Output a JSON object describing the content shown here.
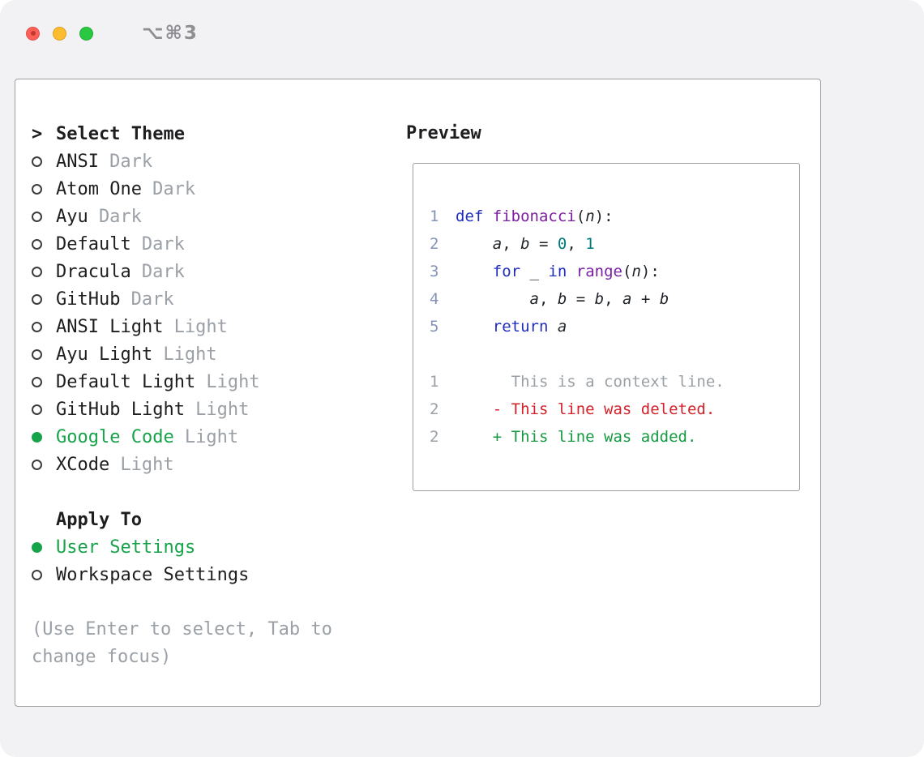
{
  "titlebar": {
    "shortcut": "⌥⌘3"
  },
  "panel": {
    "select_theme": {
      "prompt": ">",
      "title": "Select Theme"
    },
    "themes": [
      {
        "name": "ANSI",
        "variant": "Dark",
        "selected": false
      },
      {
        "name": "Atom One",
        "variant": "Dark",
        "selected": false
      },
      {
        "name": "Ayu",
        "variant": "Dark",
        "selected": false
      },
      {
        "name": "Default",
        "variant": "Dark",
        "selected": false
      },
      {
        "name": "Dracula",
        "variant": "Dark",
        "selected": false
      },
      {
        "name": "GitHub",
        "variant": "Dark",
        "selected": false
      },
      {
        "name": "ANSI Light",
        "variant": "Light",
        "selected": false
      },
      {
        "name": "Ayu Light",
        "variant": "Light",
        "selected": false
      },
      {
        "name": "Default Light",
        "variant": "Light",
        "selected": false
      },
      {
        "name": "GitHub Light",
        "variant": "Light",
        "selected": false
      },
      {
        "name": "Google Code",
        "variant": "Light",
        "selected": true
      },
      {
        "name": "XCode",
        "variant": "Light",
        "selected": false
      }
    ],
    "apply_to": {
      "title": "Apply To",
      "options": [
        {
          "label": "User Settings",
          "selected": true
        },
        {
          "label": "Workspace Settings",
          "selected": false
        }
      ]
    },
    "hint": "(Use Enter to select, Tab to change focus)"
  },
  "preview": {
    "title": "Preview",
    "code_lines": [
      {
        "num": "1",
        "tokens": [
          {
            "c": "kw",
            "t": "def"
          },
          {
            "c": "pln",
            "t": " "
          },
          {
            "c": "fn",
            "t": "fibonacci"
          },
          {
            "c": "pln",
            "t": "("
          },
          {
            "c": "var",
            "t": "n"
          },
          {
            "c": "pln",
            "t": "):"
          }
        ]
      },
      {
        "num": "2",
        "tokens": [
          {
            "c": "pln",
            "t": "    "
          },
          {
            "c": "var",
            "t": "a"
          },
          {
            "c": "pln",
            "t": ", "
          },
          {
            "c": "var",
            "t": "b"
          },
          {
            "c": "pln",
            "t": " = "
          },
          {
            "c": "num",
            "t": "0"
          },
          {
            "c": "pln",
            "t": ", "
          },
          {
            "c": "num",
            "t": "1"
          }
        ]
      },
      {
        "num": "3",
        "tokens": [
          {
            "c": "pln",
            "t": "    "
          },
          {
            "c": "kw",
            "t": "for"
          },
          {
            "c": "pln",
            "t": " "
          },
          {
            "c": "var",
            "t": "_"
          },
          {
            "c": "pln",
            "t": " "
          },
          {
            "c": "kw",
            "t": "in"
          },
          {
            "c": "pln",
            "t": " "
          },
          {
            "c": "fn",
            "t": "range"
          },
          {
            "c": "pln",
            "t": "("
          },
          {
            "c": "var",
            "t": "n"
          },
          {
            "c": "pln",
            "t": "):"
          }
        ]
      },
      {
        "num": "4",
        "tokens": [
          {
            "c": "pln",
            "t": "        "
          },
          {
            "c": "var",
            "t": "a"
          },
          {
            "c": "pln",
            "t": ", "
          },
          {
            "c": "var",
            "t": "b"
          },
          {
            "c": "pln",
            "t": " = "
          },
          {
            "c": "var",
            "t": "b"
          },
          {
            "c": "pln",
            "t": ", "
          },
          {
            "c": "var",
            "t": "a"
          },
          {
            "c": "pln",
            "t": " + "
          },
          {
            "c": "var",
            "t": "b"
          }
        ]
      },
      {
        "num": "5",
        "tokens": [
          {
            "c": "pln",
            "t": "    "
          },
          {
            "c": "kw",
            "t": "return"
          },
          {
            "c": "pln",
            "t": " "
          },
          {
            "c": "var",
            "t": "a"
          }
        ]
      }
    ],
    "diff_lines": [
      {
        "num": "1",
        "type": "context",
        "text": "      This is a context line."
      },
      {
        "num": "2",
        "type": "deleted",
        "text": "    - This line was deleted."
      },
      {
        "num": "2",
        "type": "added",
        "text": "    + This line was added."
      }
    ]
  },
  "colors": {
    "accent_green": "#17a34a",
    "diff_deleted_red": "#d3222a",
    "diff_added_green": "#159a42",
    "dim_gray": "#9aa0a6",
    "keyword_blue": "#1f2dbf",
    "name_purple": "#7b1fa2",
    "number_teal": "#00797d"
  }
}
